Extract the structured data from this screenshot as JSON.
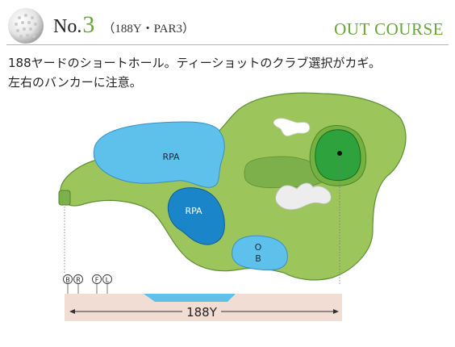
{
  "header": {
    "hole_label": "No.",
    "hole_number": "3",
    "hole_meta": "（188Y・PAR3）",
    "course": "OUT COURSE"
  },
  "description": {
    "line1": "188ヤードのショートホール。ティーショットのクラブ選択がカギ。",
    "line2": "左右のバンカーに注意。"
  },
  "map": {
    "hazards": {
      "rpa_upper": "RPA",
      "rpa_lower": "RPA",
      "ob_line1": "O",
      "ob_line2": "B"
    },
    "tees": [
      "B",
      "R",
      "F",
      "L"
    ],
    "distance": "188Y"
  },
  "colors": {
    "rough": "#9cc65c",
    "fairway": "#7db04a",
    "green_collar": "#73b23f",
    "green": "#2ea23c",
    "water_light": "#5ec1ec",
    "water_dark": "#1a85c8",
    "accent": "#6aa43a",
    "strip": "#f2ddd4"
  }
}
